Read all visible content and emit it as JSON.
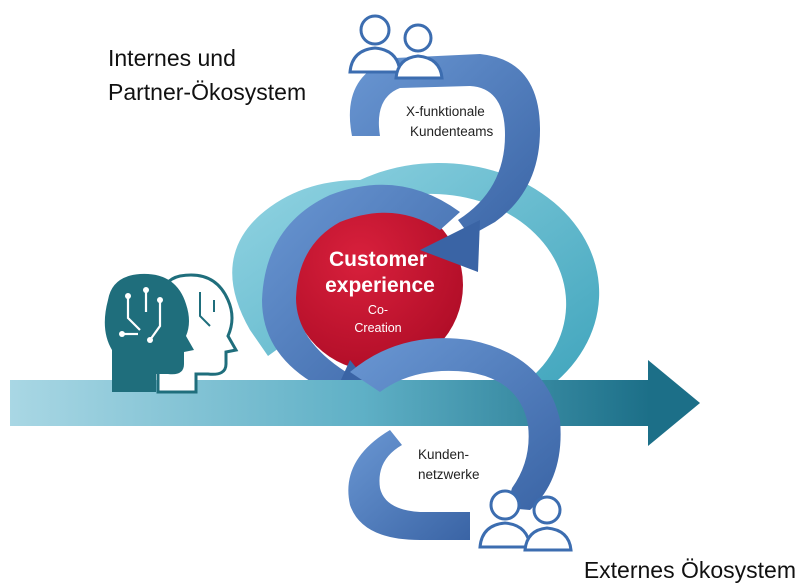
{
  "labels": {
    "internal_line1": "Internes und",
    "internal_line2": "Partner-Ökosystem",
    "top_loop_line1": "X-funktionale",
    "top_loop_line2": "Kundenteams",
    "center_line1": "Customer",
    "center_line2": "experience",
    "center_sub1": "Co-",
    "center_sub2": "Creation",
    "bottom_loop_line1": "Kunden-",
    "bottom_loop_line2": "netzwerke",
    "external": "Externes Ökosystem"
  },
  "icons": {
    "top_people": "people-group-icon",
    "bottom_people": "people-group-icon",
    "heads": "ai-brain-heads-icon"
  },
  "colors": {
    "timeline_start": "#a9d7e4",
    "timeline_end": "#1c6f88",
    "light_loop": "#4aaec4",
    "blue_loop": "#4f80c3",
    "blue_loop_dark": "#3a64a5",
    "center_red": "#c8102e",
    "head_dark": "#1f6e7c",
    "people_outline": "#3c6db0"
  }
}
